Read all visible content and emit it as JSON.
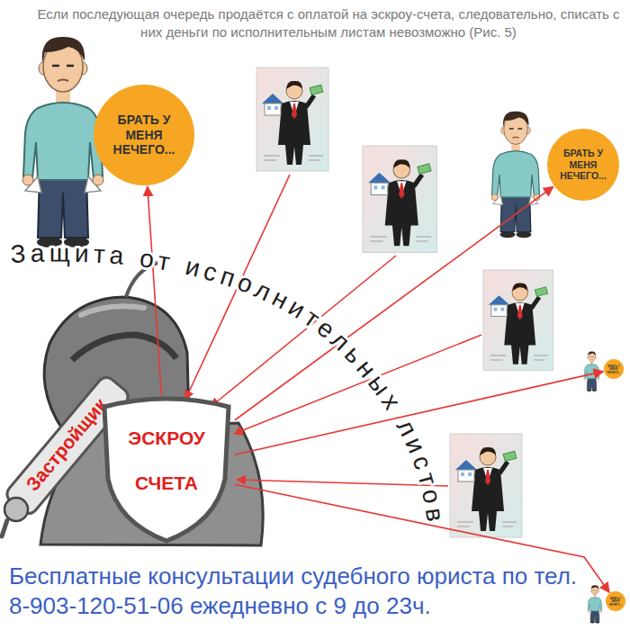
{
  "diagram": {
    "title": "Если последующая очередь продаётся с оплатой на эскроу-счета, следовательно, списать с них деньги по исполнительным листам невозможно (Рис. 5)",
    "caption": "Бесплатные консультации судебного юриста по тел. 8-903-120-51-06 ежедневно с 9 до 23ч.",
    "nodes": [
      {
        "text": [
          "БРАТЬ У МЕНЯ НЕЧЕГО..."
        ]
      },
      {
        "text": [
          "БРАТЬ У МЕНЯ НЕЧЕГО..."
        ]
      },
      {
        "text": [
          "БРАТЬ У МЕНЯ НЕЧЕГО..."
        ]
      },
      {
        "text": [
          "ЭСКРОУ СЧЕТА"
        ]
      },
      {
        "text": [
          "БРАТЬ У МЕНЯ НЕЧЕГО..."
        ]
      }
    ],
    "edges": [
      {
        "from": 3,
        "to": 0,
        "arrow": "to"
      },
      {
        "from": 3,
        "to": 1,
        "arrow": "to"
      },
      {
        "from": 3,
        "to": 2,
        "arrow": "to"
      },
      {
        "from": 3,
        "to": 4,
        "arrow": "to"
      }
    ],
    "labels": [
      "Защита от исполнительных листов",
      "Застройщик"
    ]
  }
}
